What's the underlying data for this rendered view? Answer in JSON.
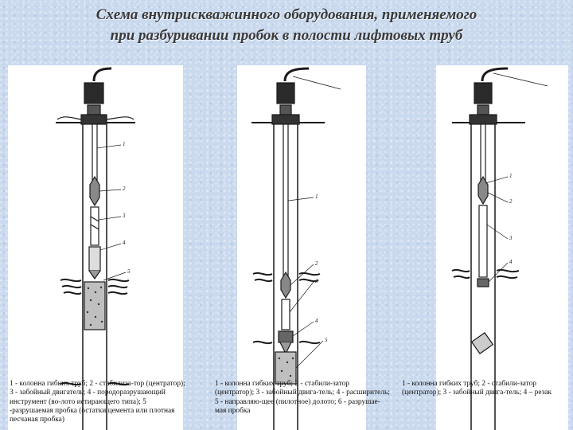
{
  "title": {
    "line1": "Схема внутрискважинного оборудования, применяемого",
    "line2": "при разбуривании пробок в полости лифтовых труб"
  },
  "diagrams": [
    {
      "labels": [
        "1",
        "2",
        "3",
        "4",
        "5"
      ],
      "caption": "1 - колонна гибких труб; 2 - стабилиза-тор (центратор); 3 - забойный двигатель; 4 - породоразрушающий инструмент (во-лото истирающего типа); 5 -разрушаемая пробка (остатки цемента или плотная песчаная пробка)"
    },
    {
      "labels": [
        "1",
        "2",
        "3",
        "4",
        "5"
      ],
      "caption": "1 - колонна гибких труб; 2 - стабили-затор (центратор); 3 - забойный двига-тель; 4 - расширитель; 5 - направляю-щее (пилотное) долото; 6 - разрушае-мая пробка"
    },
    {
      "labels": [
        "1",
        "2",
        "3",
        "4"
      ],
      "caption": "1 - колонна гибких труб; 2 - стабили-затор (центратор); 3 - забойный двига-тель; 4 – резак"
    }
  ],
  "colors": {
    "background": "#c9d9ee",
    "panel": "#ffffff",
    "ink": "#1a1a1a"
  }
}
